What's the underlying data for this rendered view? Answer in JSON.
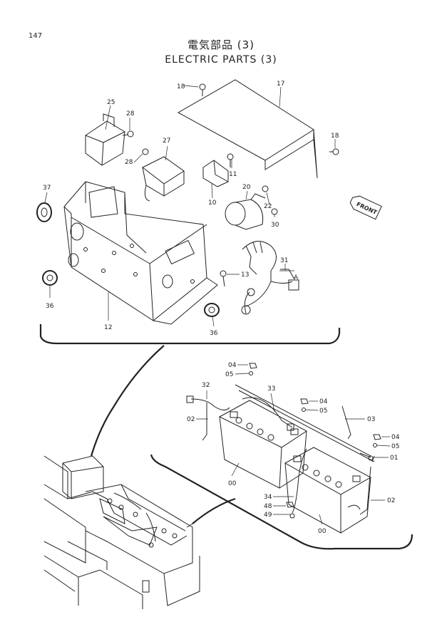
{
  "page_number": "147",
  "title_jp": "電気部品 (3)",
  "title_en": "ELECTRIC  PARTS (3)",
  "front_label": "FRONT",
  "view_marker": "A",
  "callouts_upper": [
    "18",
    "17",
    "25",
    "28",
    "27",
    "28",
    "11",
    "18",
    "10",
    "20",
    "22",
    "30",
    "37",
    "31",
    "13",
    "36",
    "12",
    "36"
  ],
  "callouts_lower": [
    "04",
    "05",
    "32",
    "33",
    "04",
    "05",
    "02",
    "03",
    "04",
    "05",
    "01",
    "00",
    "34",
    "48",
    "49",
    "00",
    "02"
  ]
}
